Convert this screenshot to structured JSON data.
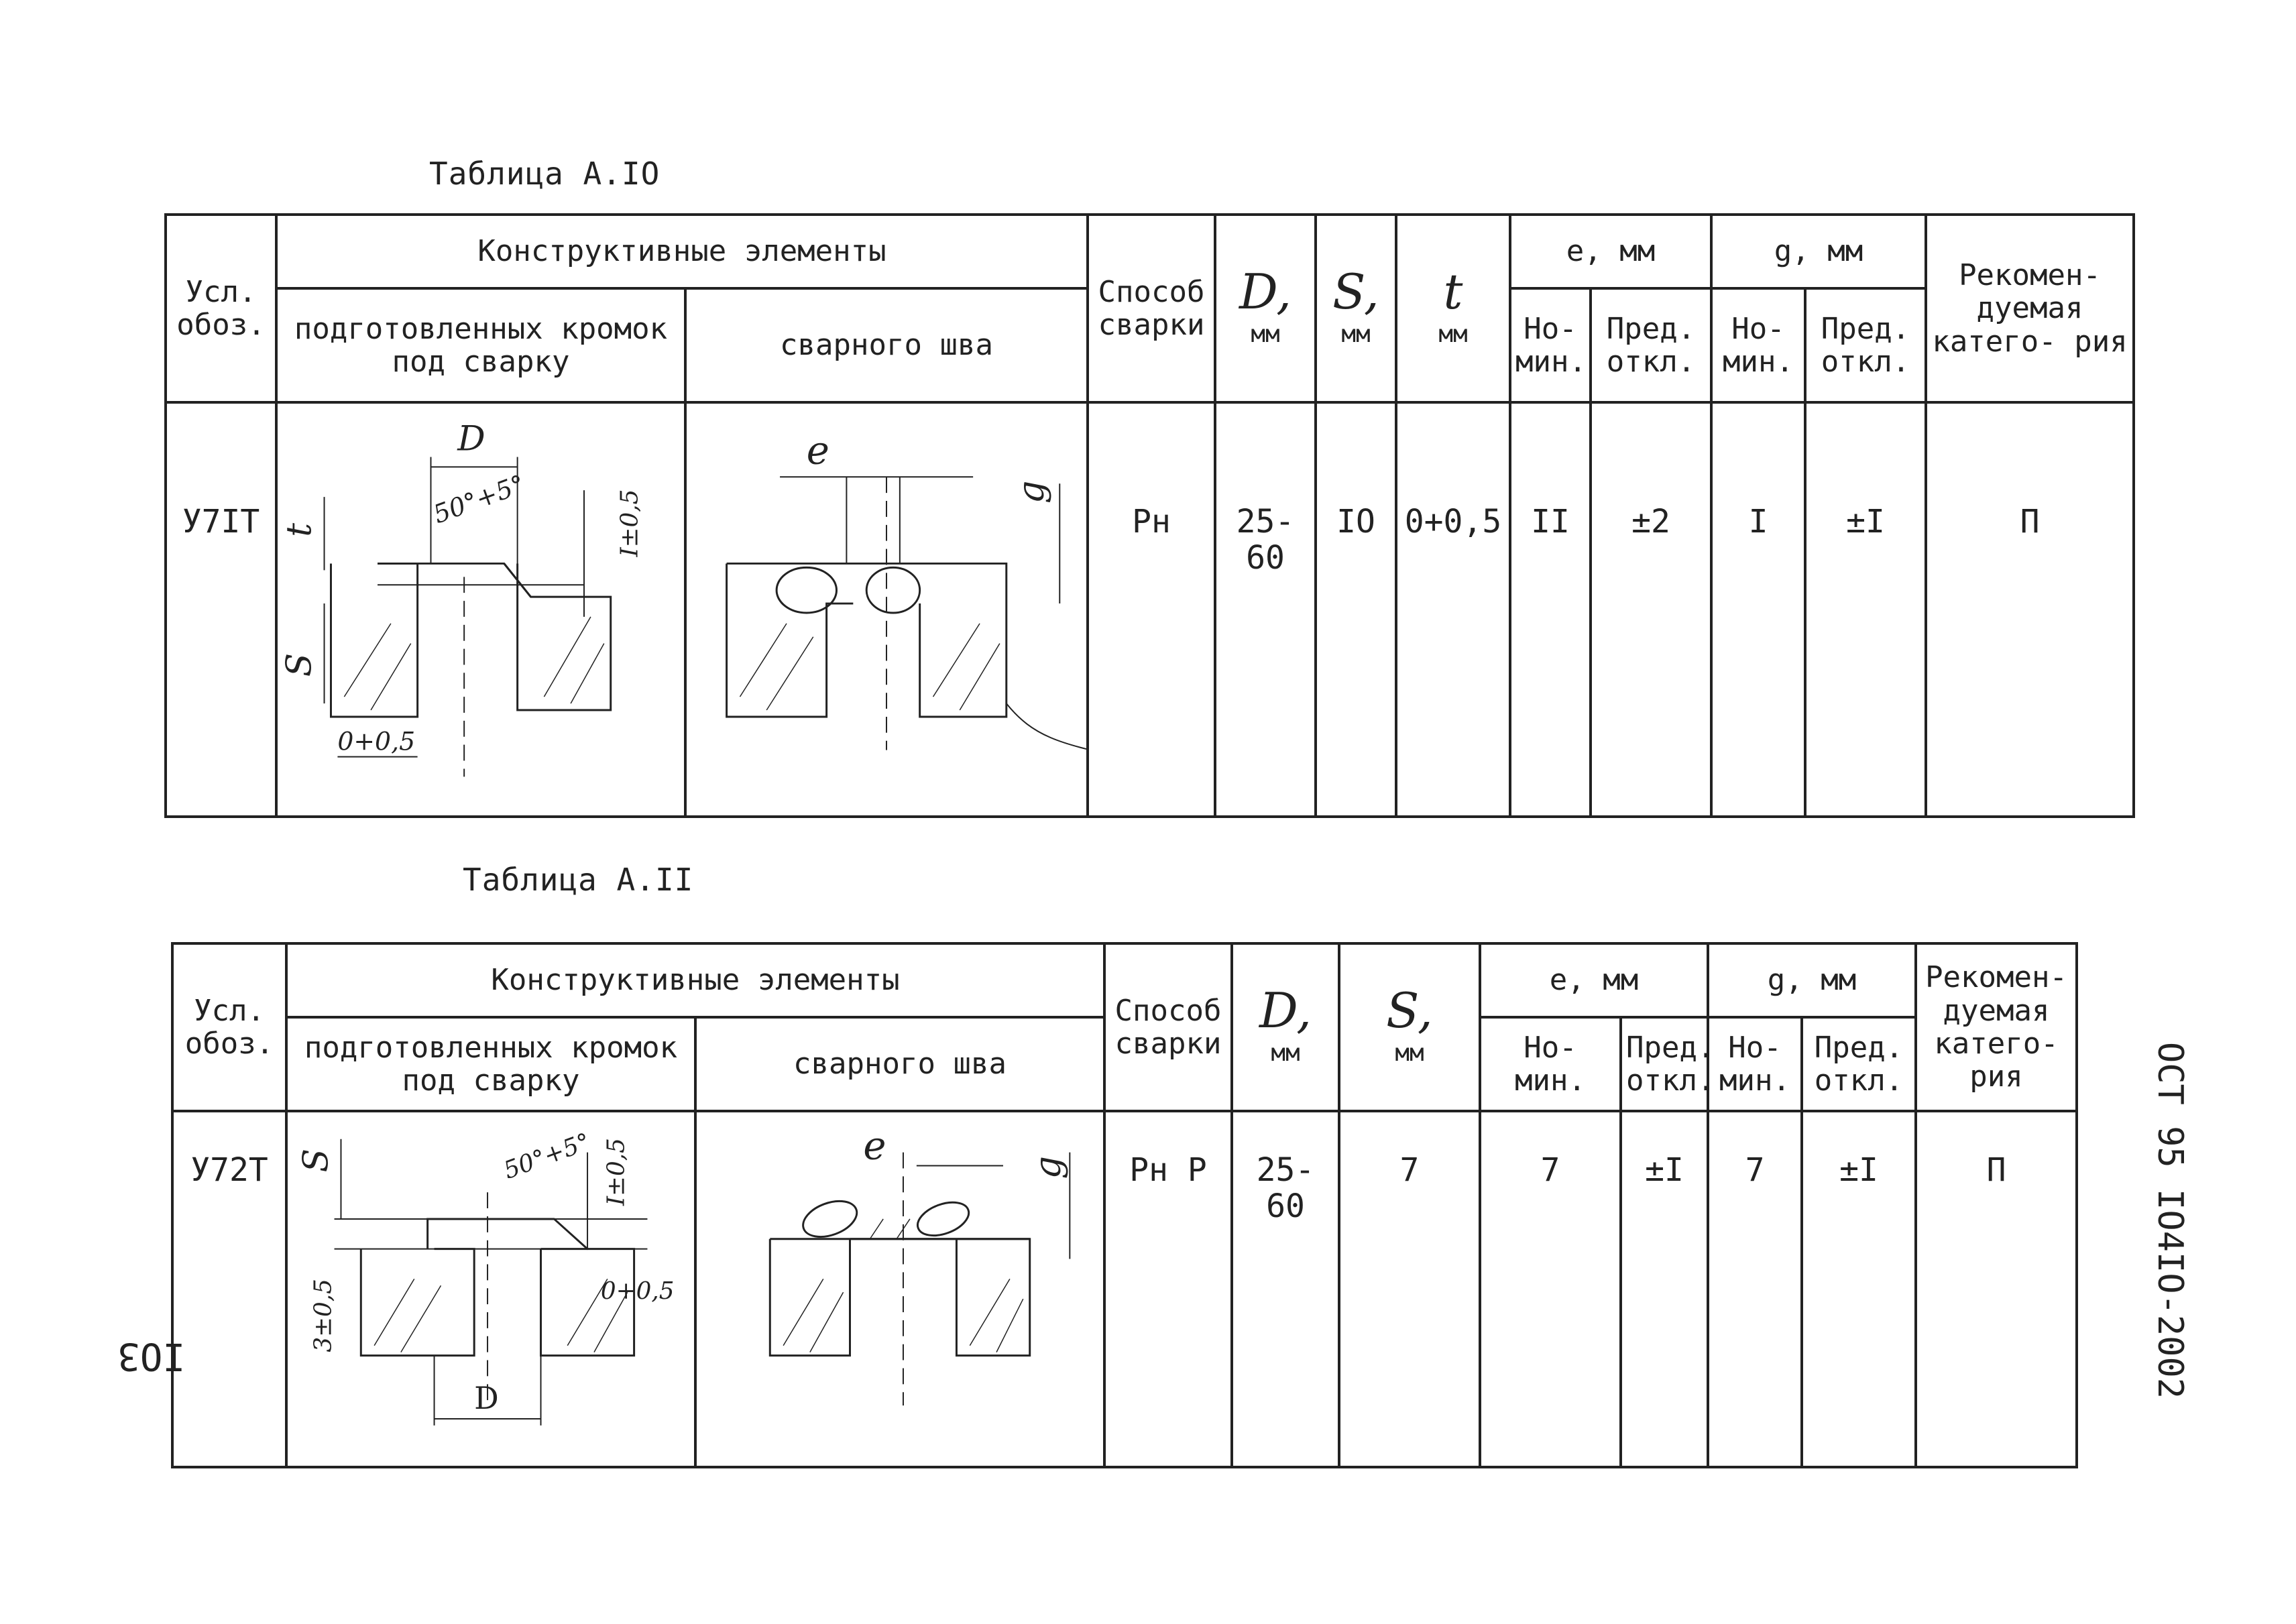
{
  "tables": [
    {
      "caption": "Таблица А.IO",
      "headers": {
        "code": "Усл. обоз.",
        "group": "Конструктивные элементы",
        "prep": "подготовленных кромок под сварку",
        "weld": "сварного шва",
        "method": "Способ сварки",
        "d_sym": "D,",
        "d_unit": "мм",
        "s_sym": "S,",
        "s_unit": "мм",
        "t_sym": "t",
        "t_unit": "мм",
        "e_group": "e, мм",
        "g_group": "g, мм",
        "nom": "Но- мин.",
        "dev": "Пред. откл.",
        "category": "Рекомен- дуемая катего- рия"
      },
      "row": {
        "code": "У7IТ",
        "method": "Рн",
        "d": "25- 60",
        "s": "IO",
        "t": "0+0,5",
        "e_nom": "II",
        "e_dev": "±2",
        "g_nom": "I",
        "g_dev": "±I",
        "category": "П"
      },
      "prep_labels": {
        "d": "D",
        "angle": "50°+5°",
        "t": "t",
        "s": "S",
        "gap": "0+0,5",
        "side": "I±0,5"
      },
      "weld_labels": {
        "e": "e",
        "g": "g"
      }
    },
    {
      "caption": "Таблица А.II",
      "headers": {
        "code": "Усл. обоз.",
        "group": "Конструктивные элементы",
        "prep": "подготовленных кромок под сварку",
        "weld": "сварного шва",
        "method": "Способ сварки",
        "d_sym": "D,",
        "d_unit": "мм",
        "s_sym": "S,",
        "s_unit": "мм",
        "e_group": "e, мм",
        "g_group": "g, мм",
        "nom": "Но- мин.",
        "dev": "Пред. откл.",
        "category": "Рекомен- дуемая катего- рия"
      },
      "row": {
        "code": "У72Т",
        "method": "Рн Р",
        "d": "25-60",
        "s": "7",
        "e_nom": "7",
        "e_dev": "±I",
        "g_nom": "7",
        "g_dev": "±I",
        "category": "П"
      },
      "prep_labels": {
        "d": "D",
        "angle": "50°+5°",
        "s": "S",
        "gap": "0+0,5",
        "side": "I±0,5",
        "left": "3±0,5"
      },
      "weld_labels": {
        "e": "e",
        "g": "g"
      }
    }
  ],
  "doc_code": "ОСТ 95 IO4IO-2002",
  "page_number": "IO3"
}
